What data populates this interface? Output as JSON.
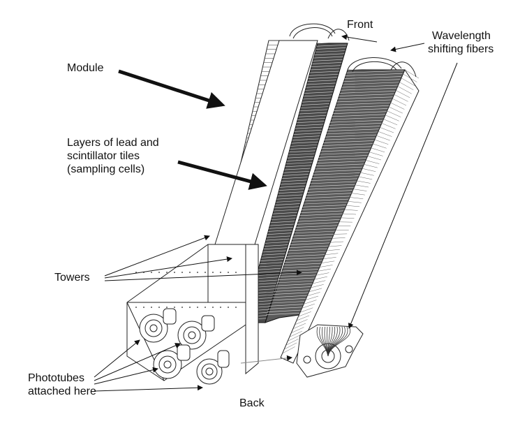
{
  "labels": {
    "front": "Front",
    "back": "Back",
    "module": "Module",
    "wls_line1": "Wavelength",
    "wls_line2": "shifting fibers",
    "layers_line1": "Layers of lead and",
    "layers_line2": "scintillator tiles",
    "layers_line3": "(sampling cells)",
    "towers": "Towers",
    "phototubes_line1": "Phototubes",
    "phototubes_line2": "attached here"
  },
  "colors": {
    "ink": "#111111",
    "background": "#ffffff",
    "dense_layers": "#3a3a3a"
  }
}
